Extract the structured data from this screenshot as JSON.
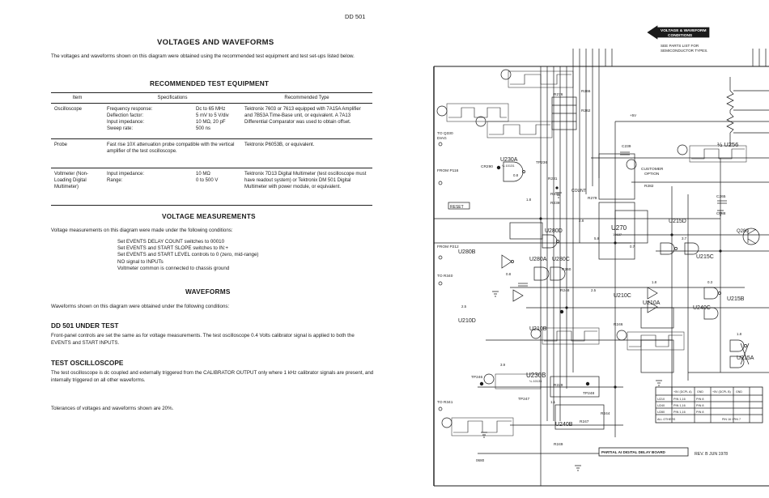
{
  "page": {
    "code": "DD 501",
    "title": "VOLTAGES AND WAVEFORMS",
    "intro": "The voltages and waveforms shown on this diagram were obtained using the recommended test equipment and test set-ups listed below."
  },
  "equipment": {
    "heading": "RECOMMENDED TEST EQUIPMENT",
    "columns": [
      "Item",
      "Specifications",
      "Recommended Type"
    ],
    "rows": [
      {
        "item": "Oscilloscope",
        "specs": [
          [
            "Frequency response:",
            "Dc to 65 MHz"
          ],
          [
            "Deflection factor:",
            "5 mV to 5 V/div"
          ],
          [
            "Input impedance:",
            "10 MΩ, 20 pF"
          ],
          [
            "Sweep rate:",
            "500 ns"
          ]
        ],
        "type": "Tektronix 7603 or 7613 equipped with 7A15A Amplifier and 7B53A Time-Base unit, or equivalent. A 7A13 Differential Comparator was used to obtain offset."
      },
      {
        "item": "Probe",
        "spec_text": "Fast rise 10X attenuation probe compatible with the vertical amplifier of the test oscilloscope.",
        "type": "Tektronix P6053B, or equivalent."
      },
      {
        "item": "Voltmeter (Non-Loading Digital Multimeter)",
        "specs": [
          [
            "Input impedance:",
            "10 MΩ"
          ],
          [
            "Range:",
            "0 to 500 V"
          ]
        ],
        "type": "Tektronix 7D13 Digital Multimeter (test oscilloscope must have readout system) or Tektronix DM 501 Digital Multimeter with power module, or equivalent."
      }
    ]
  },
  "voltage": {
    "heading": "VOLTAGE MEASUREMENTS",
    "intro": "Voltage measurements on this diagram were made under the following conditions:",
    "conditions": [
      "Set EVENTS DELAY COUNT switches to 00010",
      "Set EVENTS and START SLOPE switches to IN:+",
      "Set EVENTS and START LEVEL controls to 0 (zero, mid-range)",
      "NO signal to INPUTs",
      "Voltmeter common is connected to chassis ground"
    ]
  },
  "waveforms": {
    "heading": "WAVEFORMS",
    "intro": "Waveforms shown on this diagram were obtained under the following conditions:"
  },
  "dd501": {
    "heading": "DD 501 UNDER TEST",
    "text": "Front-panel controls are set the same as for voltage measurements. The test oscilloscope 0.4 Volts calibrator signal is applied to both the EVENTS and START INPUTS."
  },
  "test_scope": {
    "heading": "TEST OSCILLOSCOPE",
    "text": "The test oscilloscope is dc coupled and externally triggered from the CALIBRATOR OUTPUT only where 1 kHz calibrator signals are present, and internally triggered on all other waveforms."
  },
  "tolerance": "Tolerances of voltages and waveforms shown are 20%.",
  "schematic": {
    "banner_line1": "VOLTAGE & WAVEFORM",
    "banner_line2": "CONDITIONS",
    "parts_note_1": "SEE PARTS LIST FOR",
    "parts_note_2": "SEMICONDUCTOR TYPES.",
    "ic_u230a": "U230A",
    "ic_u230a_sub": "¼ 10131",
    "ic_u280d": "U280D",
    "ic_u280b": "U280B",
    "ic_u280a": "U280A",
    "ic_u280c": "U280C",
    "ic_u270": "U270",
    "ic_u270_sub": "10137",
    "ic_u210c": "U210C",
    "ic_u210a": "U210A",
    "ic_u240c": "U240C",
    "ic_u210b": "U210B",
    "ic_u210d": "U210D",
    "ic_u230b": "U230B",
    "ic_u230b_sub": "¼ 10131",
    "ic_u240b": "U240B",
    "ic_u215d": "U215D",
    "ic_u215c": "U215C",
    "ic_u215b": "U215B",
    "ic_u215a": "U215A",
    "ic_u256": "½ U256",
    "ic_q280": "Q280",
    "customer_option_1": "CUSTOMER",
    "customer_option_2": "OPTION",
    "reset": "RESET",
    "count": "COUNT",
    "plus5v": "+5V",
    "res_r266": "R266",
    "res_r276": "R276",
    "res_r262": "R262",
    "res_r230": "R230",
    "res_r231": "R231",
    "res_r239": "R239",
    "res_r279": "R279",
    "res_r282": "R282",
    "res_r248": "R248",
    "res_r244": "R244",
    "res_r229": "R229",
    "res_r249": "R249",
    "res_r247": "R247",
    "res_r246": "R246",
    "res_r260": "R260",
    "cap_c239": "C239",
    "cap_c265": "C265",
    "cap_c288": "C288",
    "diode_cr290": "CR290",
    "tp_tp236": "TP236",
    "tp_tp246": "TP246",
    "tp_tp247": "TP247",
    "tp_tp248": "TP248",
    "to_q330": "TO Q330",
    "from_p116": "FROM P116",
    "from_p212": "FROM P212",
    "to_r340": "TO R340",
    "to_r341": "TO R341",
    "diag": "DIAG",
    "table_head": [
      "+5V (DCPL A)",
      "GND",
      "+5V (DCPL B)",
      "GND"
    ],
    "table_rows": [
      [
        "U210",
        "PIN 1,16",
        "PIN 8",
        ""
      ],
      [
        "U240",
        "PIN 1,16",
        "PIN 8",
        ""
      ],
      [
        "U280",
        "PIN 1,16",
        "PIN 8",
        ""
      ],
      [
        "ALL OTHERS",
        "",
        "",
        "PIN 16 / PIN 7"
      ]
    ],
    "title_block": "PARTIAL AI DIGITAL DELAY BOARD",
    "rev": "REV. B JUN 1978",
    "code_bottom": "0680",
    "dc_values": [
      "0.8",
      "1.8",
      "2.8",
      "0.8",
      "5.8",
      "0.7",
      "1.8",
      "2.5",
      "3.7",
      "0.3",
      "2.5",
      "3.9",
      "1.1",
      "1.8"
    ]
  }
}
